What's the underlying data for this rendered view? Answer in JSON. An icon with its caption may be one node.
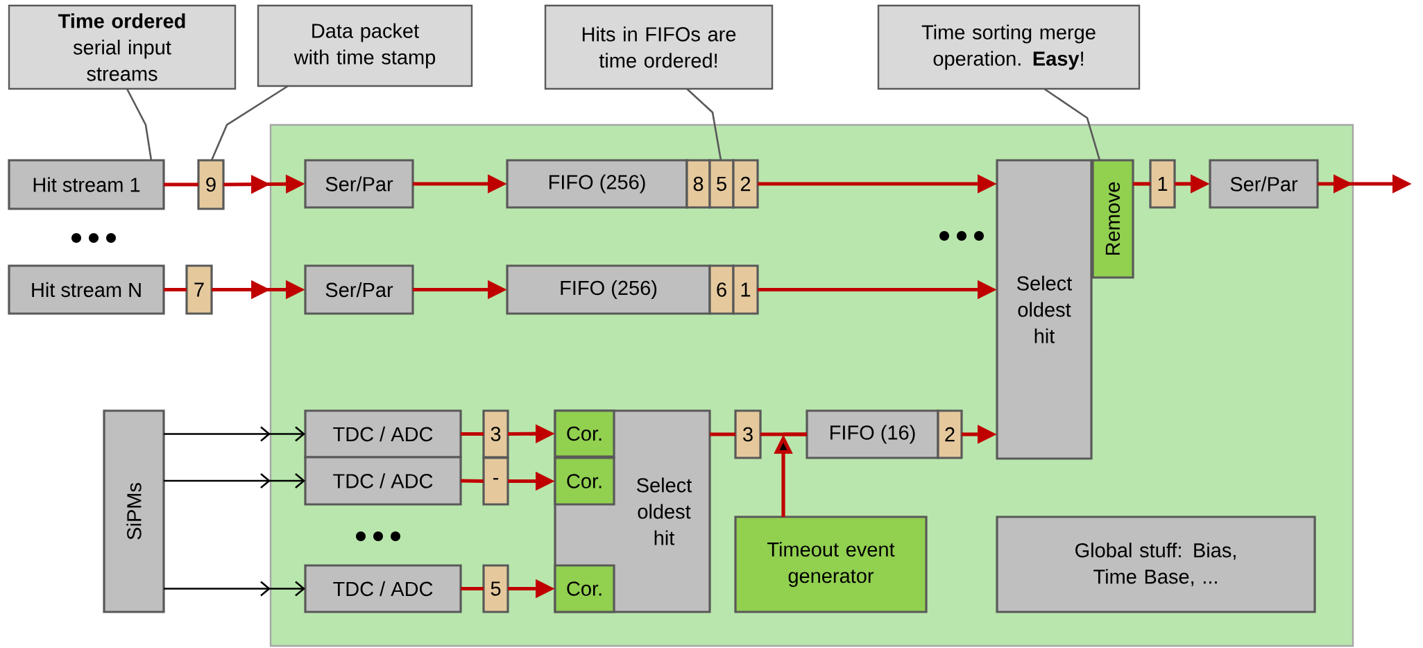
{
  "diagram": {
    "nodes": [
      {
        "text": [],
        "shape": "box"
      },
      {
        "text": [
          "**Time ordered** serial input streams"
        ]
      },
      {
        "text": [
          "Data packet with time stamp"
        ]
      },
      {
        "text": [
          "Hits in FIFOs are time ordered!"
        ]
      },
      {
        "text": [
          "Time sorting merge operation. **Easy**!"
        ]
      },
      {
        "text": [
          "Hit stream 1"
        ]
      },
      {
        "text": [
          "9"
        ]
      },
      {
        "text": [
          "Ser/Par"
        ],
        "in": 0
      },
      {
        "text": [
          "FIFO (256)"
        ],
        "in": 0
      },
      {
        "text": [
          "8"
        ],
        "in": 0
      },
      {
        "text": [
          "5"
        ],
        "in": 0
      },
      {
        "text": [
          "2"
        ],
        "in": 0
      },
      {
        "text": [
          "Select oldest hit"
        ],
        "in": 0
      },
      {
        "text": [
          "Remove"
        ],
        "in": 0
      },
      {
        "text": [
          "1"
        ],
        "in": 0
      },
      {
        "text": [
          "Ser/Par"
        ],
        "in": 0
      },
      {
        "text": [
          "Hit stream N"
        ]
      },
      {
        "text": [
          "7"
        ]
      },
      {
        "text": [
          "Ser/Par"
        ],
        "in": 0
      },
      {
        "text": [
          "FIFO (256)"
        ],
        "in": 0
      },
      {
        "text": [
          "6"
        ],
        "in": 0
      },
      {
        "text": [
          "1"
        ],
        "in": 0
      },
      {
        "text": [
          "SiPMs"
        ]
      },
      {
        "text": [
          "TDC / ADC"
        ],
        "in": 0
      },
      {
        "text": [
          "3"
        ],
        "in": 0
      },
      {
        "text": [
          "Select oldest hit"
        ],
        "in": 0
      },
      {
        "text": [
          "Cor."
        ],
        "in": 25
      },
      {
        "text": [
          "3"
        ],
        "in": 0
      },
      {
        "text": [
          "FIFO (16)"
        ],
        "in": 0
      },
      {
        "text": [
          "2"
        ],
        "in": 0
      },
      {
        "text": [
          "TDC / ADC"
        ],
        "in": 0
      },
      {
        "text": [
          "-"
        ],
        "in": 0
      },
      {
        "text": [
          "Cor."
        ],
        "in": 25
      },
      {
        "text": [
          "TDC / ADC"
        ],
        "in": 0
      },
      {
        "text": [
          "5"
        ],
        "in": 0
      },
      {
        "text": [
          "Cor."
        ],
        "in": 25
      },
      {
        "text": [
          "Timeout event generator"
        ],
        "in": 0
      },
      {
        "text": [
          "Global stuff: Bias, Time Base, ..."
        ],
        "in": 0
      }
    ],
    "edges": [
      {
        "from": 1,
        "to": 5,
        "arrow": "none",
        "color": "#595959"
      },
      {
        "from": 2,
        "to": 6,
        "arrow": "none",
        "color": "#595959"
      },
      {
        "from": 3,
        "to": 10,
        "arrow": "none",
        "color": "#595959"
      },
      {
        "from": 4,
        "to": 13,
        "arrow": "none",
        "color": "#595959"
      },
      {
        "from": 5,
        "to": 6,
        "arrow": "none"
      },
      {
        "from": 6,
        "to": 7,
        "arrow": "to"
      },
      {
        "from": 7,
        "to": 8,
        "arrow": "to"
      },
      {
        "from": 11,
        "to": 12,
        "arrow": "to"
      },
      {
        "from": 13,
        "to": 14,
        "arrow": "none"
      },
      {
        "from": 14,
        "to": 15,
        "arrow": "to"
      },
      {
        "from": 15,
        "to": null,
        "arrow": "to"
      },
      {
        "from": 16,
        "to": 17,
        "arrow": "none"
      },
      {
        "from": 17,
        "to": 18,
        "arrow": "to"
      },
      {
        "from": 18,
        "to": 19,
        "arrow": "to"
      },
      {
        "from": 21,
        "to": 12,
        "arrow": "to"
      },
      {
        "from": 22,
        "to": 23,
        "arrow": "to",
        "color": "#000000"
      },
      {
        "from": 22,
        "to": 30,
        "arrow": "to",
        "color": "#000000"
      },
      {
        "from": 22,
        "to": 33,
        "arrow": "to",
        "color": "#000000"
      },
      {
        "from": 23,
        "to": 24,
        "arrow": "none"
      },
      {
        "from": 24,
        "to": 26,
        "arrow": "to"
      },
      {
        "from": 30,
        "to": 31,
        "arrow": "none"
      },
      {
        "from": 31,
        "to": 32,
        "arrow": "to"
      },
      {
        "from": 33,
        "to": 34,
        "arrow": "none"
      },
      {
        "from": 34,
        "to": 35,
        "arrow": "to"
      },
      {
        "from": 25,
        "to": 27,
        "arrow": "none"
      },
      {
        "from": 27,
        "to": 28,
        "arrow": "none"
      },
      {
        "from": 36,
        "to": 28,
        "arrow": "to"
      },
      {
        "from": 29,
        "to": 12,
        "arrow": "to"
      }
    ]
  }
}
